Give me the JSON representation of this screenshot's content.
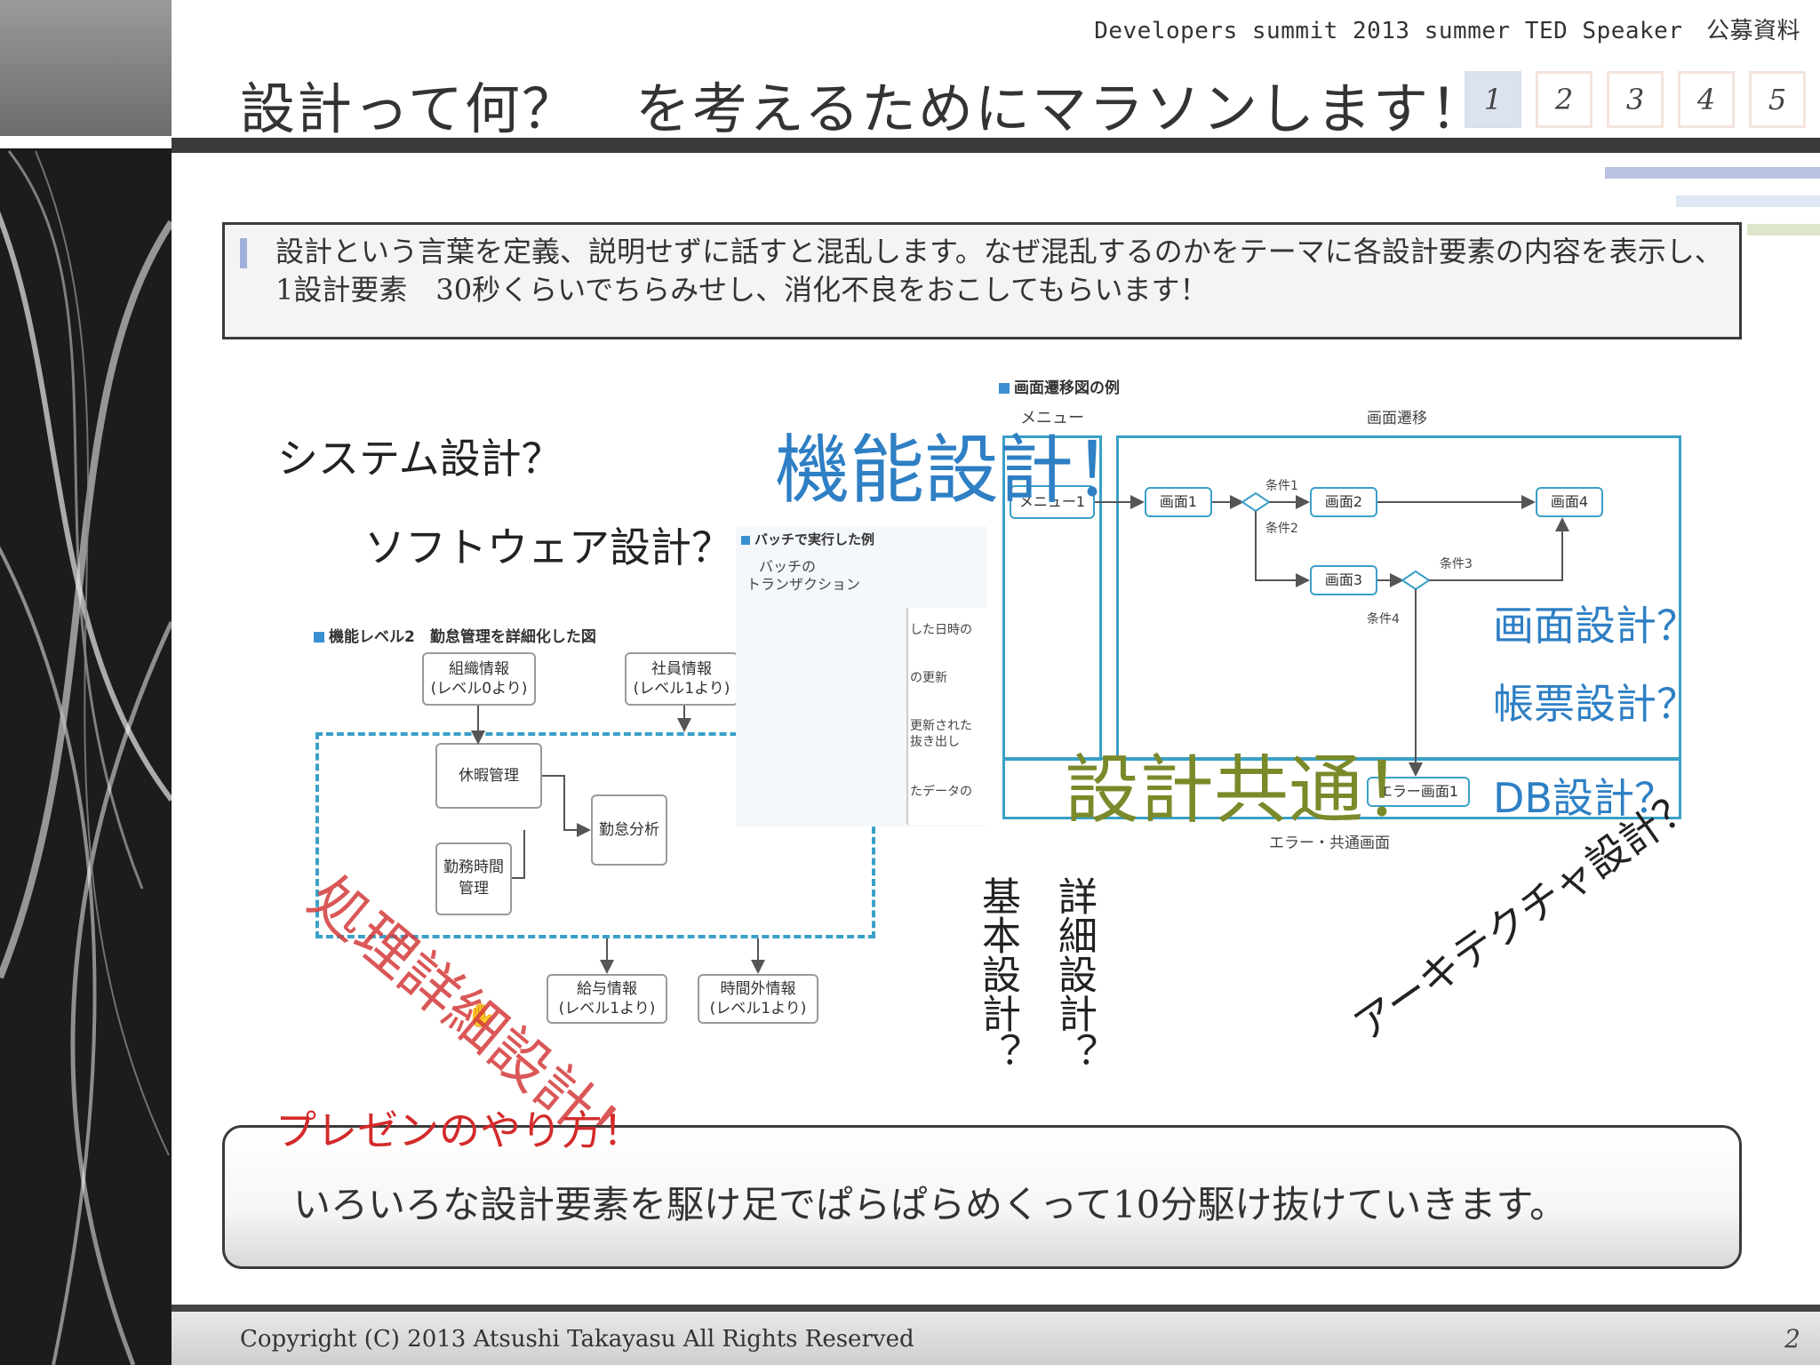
{
  "header": {
    "caption": "Developers summit 2013 summer TED Speaker　公募資料",
    "title": "設計って何？　を考えるためにマラソンします！",
    "pages": [
      "1",
      "2",
      "3",
      "4",
      "5"
    ],
    "active_page": "1"
  },
  "intro": {
    "text": "設計という言葉を定義、説明せずに話すと混乱します。なぜ混乱するのかをテーマに各設計要素の内容を表示し、1設計要素　30秒くらいでちらみせし、消化不良をおこしてもらいます！"
  },
  "labels": {
    "system_design": "システム設計？",
    "software_design": "ソフトウェア設計？",
    "functional_design": "機能設計！",
    "screen_design": "画面設計？",
    "report_design": "帳票設計？",
    "db_design": "DB設計？",
    "common_design": "設計共通！",
    "detail_process_design": "処理詳細設計！",
    "basic_design": "基本設計？",
    "detailed_design": "詳細設計？",
    "architecture_design": "アーキテクチャ設計？",
    "presentation_method": "プレゼンのやり方！"
  },
  "diagram_left": {
    "title": "機能レベル2　勤怠管理を詳細化した図",
    "org_info": [
      "組織情報",
      "(レベル0より)"
    ],
    "employee_info": [
      "社員情報",
      "(レベル1より)"
    ],
    "leave_mgmt": "休暇管理",
    "work_time_mgmt": [
      "勤務時間",
      "管理"
    ],
    "attendance_analysis": "勤怠分析",
    "salary_info": [
      "給与情報",
      "(レベル1より)"
    ],
    "overtime_info": [
      "時間外情報",
      "(レベル1より)"
    ]
  },
  "diagram_batch": {
    "title": "バッチで実行した例",
    "transaction": [
      "バッチの",
      "トランザクション"
    ],
    "rows": [
      "した日時の",
      "の更新",
      "更新された",
      "抜き出し",
      "たデータの"
    ]
  },
  "diagram_right": {
    "title": "画面遷移図の例",
    "menu_header": "メニュー",
    "transition_header": "画面遷移",
    "menu1": "メニュー1",
    "screen1": "画面1",
    "screen2": "画面2",
    "screen3": "画面3",
    "screen4": "画面4",
    "cond1": "条件1",
    "cond2": "条件2",
    "cond3": "条件3",
    "cond4": "条件4",
    "error_screen": "エラー画面1",
    "footer": "エラー・共通画面"
  },
  "bottom": {
    "text": "いろいろな設計要素を駆け足でぱらぱらめくって10分駆け抜けていきます。"
  },
  "footer": {
    "copyright": "Copyright (C) 2013 Atsushi Takayasu All Rights Reserved",
    "page_number": "2"
  }
}
